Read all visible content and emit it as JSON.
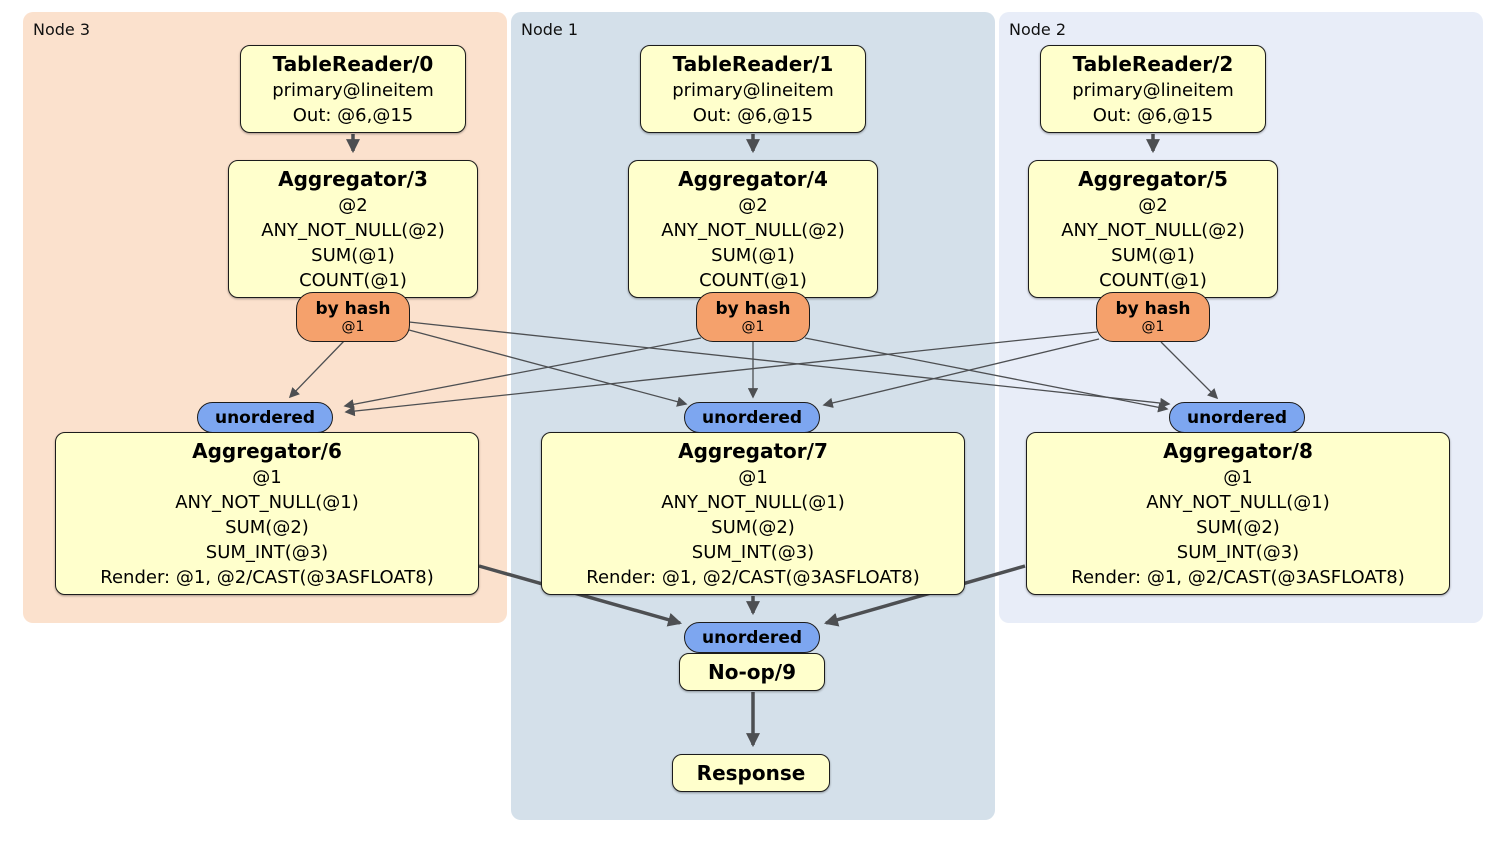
{
  "regions": {
    "node3": {
      "label": "Node 3"
    },
    "node1": {
      "label": "Node 1"
    },
    "node2": {
      "label": "Node 2"
    }
  },
  "nodes": {
    "tablereader0": {
      "title": "TableReader/0",
      "lines": [
        "primary@lineitem",
        "Out: @6,@15"
      ]
    },
    "tablereader1": {
      "title": "TableReader/1",
      "lines": [
        "primary@lineitem",
        "Out: @6,@15"
      ]
    },
    "tablereader2": {
      "title": "TableReader/2",
      "lines": [
        "primary@lineitem",
        "Out: @6,@15"
      ]
    },
    "aggregator3": {
      "title": "Aggregator/3",
      "lines": [
        "@2",
        "ANY_NOT_NULL(@2)",
        "SUM(@1)",
        "COUNT(@1)"
      ]
    },
    "aggregator4": {
      "title": "Aggregator/4",
      "lines": [
        "@2",
        "ANY_NOT_NULL(@2)",
        "SUM(@1)",
        "COUNT(@1)"
      ]
    },
    "aggregator5": {
      "title": "Aggregator/5",
      "lines": [
        "@2",
        "ANY_NOT_NULL(@2)",
        "SUM(@1)",
        "COUNT(@1)"
      ]
    },
    "aggregator6": {
      "title": "Aggregator/6",
      "lines": [
        "@1",
        "ANY_NOT_NULL(@1)",
        "SUM(@2)",
        "SUM_INT(@3)",
        "Render: @1, @2/CAST(@3ASFLOAT8)"
      ]
    },
    "aggregator7": {
      "title": "Aggregator/7",
      "lines": [
        "@1",
        "ANY_NOT_NULL(@1)",
        "SUM(@2)",
        "SUM_INT(@3)",
        "Render: @1, @2/CAST(@3ASFLOAT8)"
      ]
    },
    "aggregator8": {
      "title": "Aggregator/8",
      "lines": [
        "@1",
        "ANY_NOT_NULL(@1)",
        "SUM(@2)",
        "SUM_INT(@3)",
        "Render: @1, @2/CAST(@3ASFLOAT8)"
      ]
    },
    "noop9": {
      "title": "No-op/9"
    },
    "response": {
      "title": "Response"
    }
  },
  "routers": {
    "byhash3": {
      "label": "by hash",
      "detail": "@1"
    },
    "byhash4": {
      "label": "by hash",
      "detail": "@1"
    },
    "byhash5": {
      "label": "by hash",
      "detail": "@1"
    },
    "unordered6": {
      "label": "unordered"
    },
    "unordered7": {
      "label": "unordered"
    },
    "unordered8": {
      "label": "unordered"
    },
    "unordered9": {
      "label": "unordered"
    }
  },
  "edges": [
    {
      "from": "TableReader/0",
      "to": "Aggregator/3",
      "style": "thick"
    },
    {
      "from": "TableReader/1",
      "to": "Aggregator/4",
      "style": "thick"
    },
    {
      "from": "TableReader/2",
      "to": "Aggregator/5",
      "style": "thick"
    },
    {
      "from": "by hash @1 (Aggregator/3)",
      "to": "unordered (Aggregator/6)",
      "style": "thin"
    },
    {
      "from": "by hash @1 (Aggregator/3)",
      "to": "unordered (Aggregator/7)",
      "style": "thin"
    },
    {
      "from": "by hash @1 (Aggregator/3)",
      "to": "unordered (Aggregator/8)",
      "style": "thin"
    },
    {
      "from": "by hash @1 (Aggregator/4)",
      "to": "unordered (Aggregator/6)",
      "style": "thin"
    },
    {
      "from": "by hash @1 (Aggregator/4)",
      "to": "unordered (Aggregator/7)",
      "style": "thin"
    },
    {
      "from": "by hash @1 (Aggregator/4)",
      "to": "unordered (Aggregator/8)",
      "style": "thin"
    },
    {
      "from": "by hash @1 (Aggregator/5)",
      "to": "unordered (Aggregator/6)",
      "style": "thin"
    },
    {
      "from": "by hash @1 (Aggregator/5)",
      "to": "unordered (Aggregator/7)",
      "style": "thin"
    },
    {
      "from": "by hash @1 (Aggregator/5)",
      "to": "unordered (Aggregator/8)",
      "style": "thin"
    },
    {
      "from": "Aggregator/6",
      "to": "unordered (No-op/9)",
      "style": "thick"
    },
    {
      "from": "Aggregator/7",
      "to": "unordered (No-op/9)",
      "style": "thick"
    },
    {
      "from": "Aggregator/8",
      "to": "unordered (No-op/9)",
      "style": "thick"
    },
    {
      "from": "No-op/9",
      "to": "Response",
      "style": "thick"
    }
  ],
  "colors": {
    "node3_bg": "#fbe1cd",
    "node1_bg": "#d4e0ea",
    "node2_bg": "#e8edf8",
    "box_fill": "#ffffcc",
    "hash_router_fill": "#f5a16c",
    "unordered_fill": "#7da6f0",
    "edge": "#4d4f52"
  }
}
